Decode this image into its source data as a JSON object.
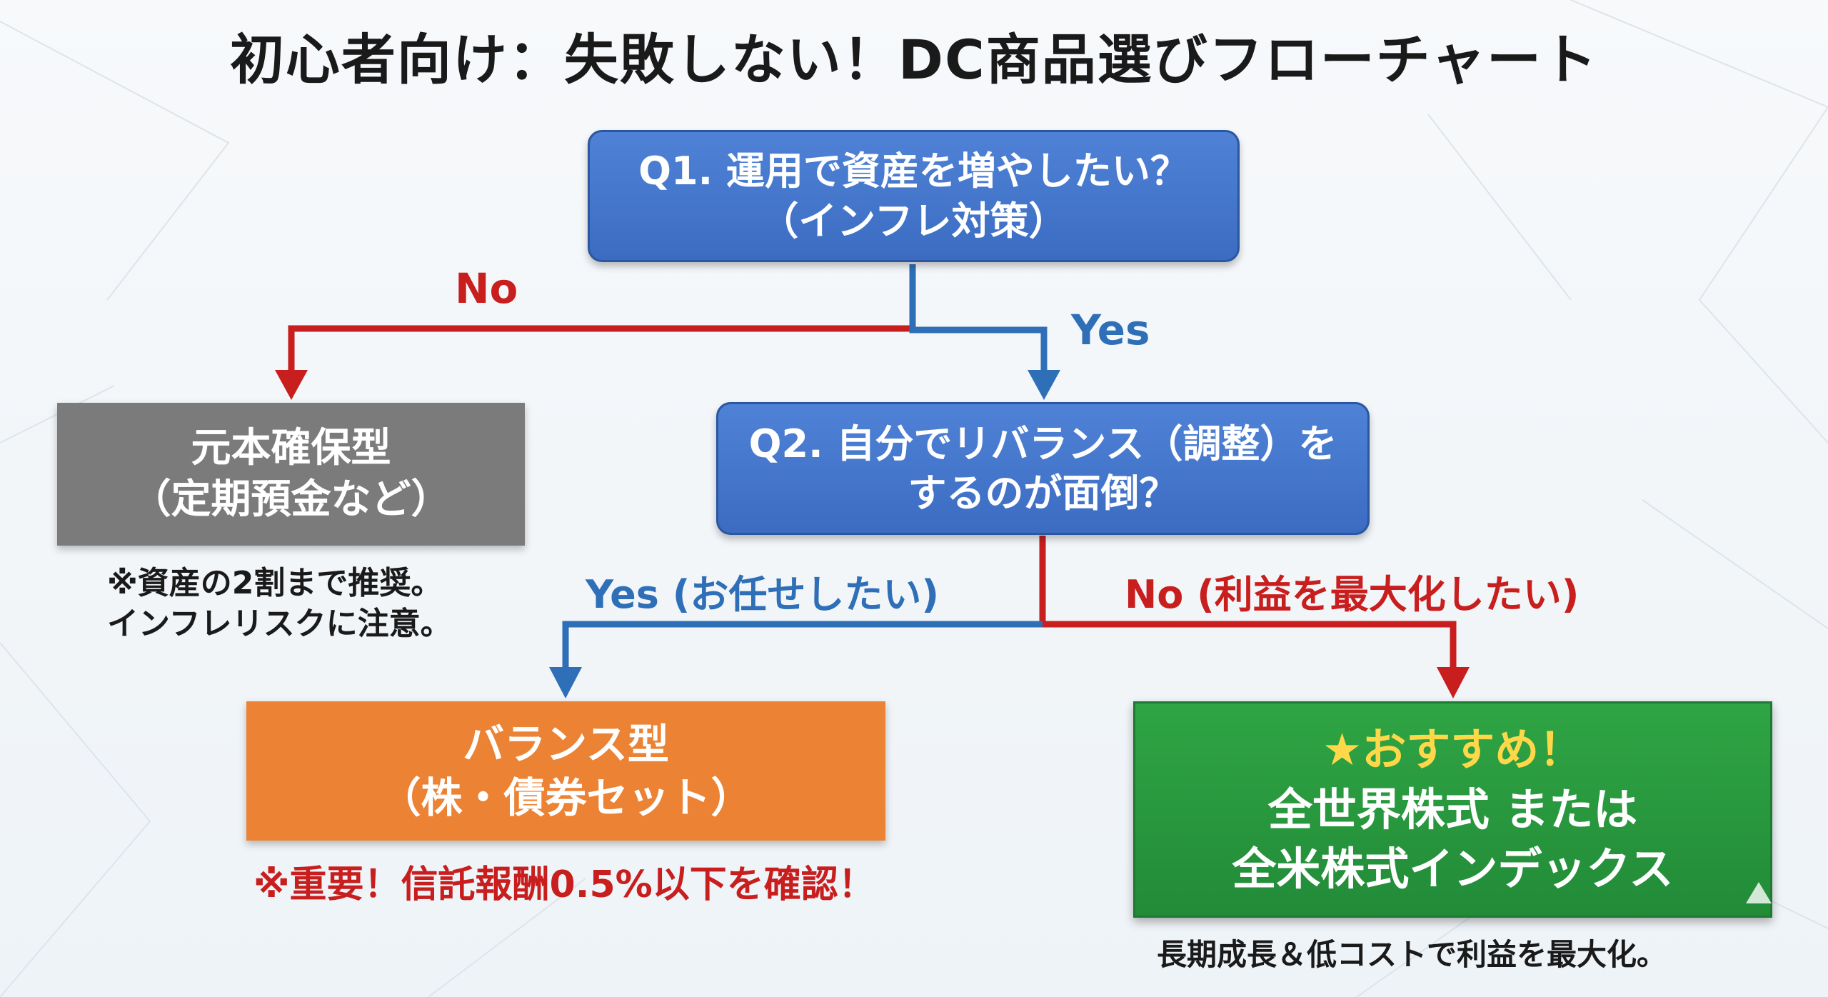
{
  "title": "初心者向け：失敗しない！DC商品選びフローチャート",
  "nodes": {
    "q1": {
      "line1": "Q1. 運用で資産を増やしたい？",
      "line2": "（インフレ対策）"
    },
    "q2": {
      "line1": "Q2. 自分でリバランス（調整）を",
      "line2": "するのが面倒？"
    },
    "principal": {
      "line1": "元本確保型",
      "line2": "（定期預金など）",
      "note1": "※資産の2割まで推奨。",
      "note2": "インフレリスクに注意。"
    },
    "balanced": {
      "line1": "バランス型",
      "line2": "（株・債券セット）",
      "note": "※重要！信託報酬0.5%以下を確認！"
    },
    "recommended": {
      "line1": "★おすすめ！",
      "line2": "全世界株式 または",
      "line3": "全米株式インデックス",
      "note": "長期成長＆低コストで利益を最大化。"
    }
  },
  "edges": {
    "q1_no": "No",
    "q1_yes": "Yes",
    "q2_yes": "Yes (お任せしたい)",
    "q2_no": "No (利益を最大化したい)"
  },
  "colors": {
    "question": "#3b6cc2",
    "principal": "#7b7b7b",
    "balanced": "#ec8233",
    "recommended": "#228b38",
    "no_arrow": "#c81e1e",
    "yes_arrow": "#2f6fb8",
    "star": "#ffd84a"
  }
}
